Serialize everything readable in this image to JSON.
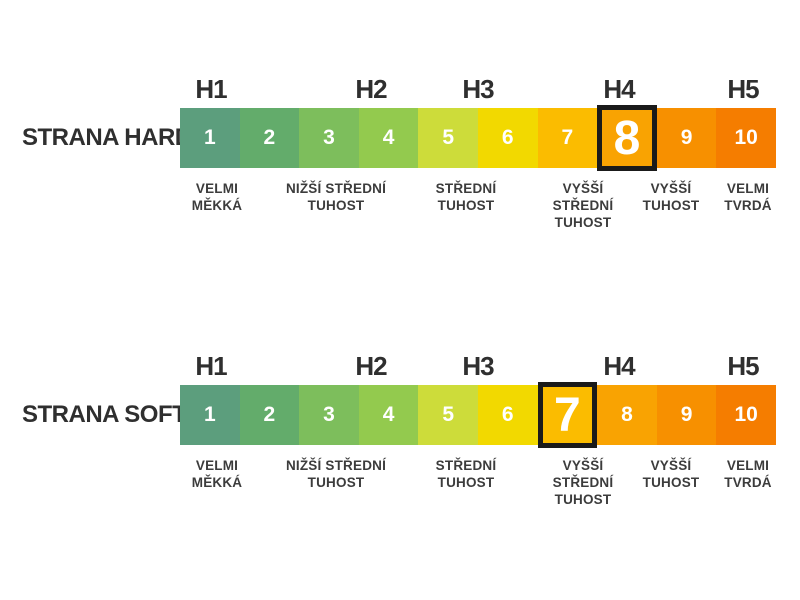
{
  "palette": {
    "cell_colors": [
      "#5C9E7D",
      "#63AC6B",
      "#7DBE5C",
      "#93CA4E",
      "#CDDC3A",
      "#F2D900",
      "#FBBC00",
      "#F9A302",
      "#F79000",
      "#F57D00"
    ],
    "highlight_border": "#1A1A1A",
    "heading_text": "#2F2F2F",
    "label_text": "#3C3C3C",
    "number_text": "#FFFFFF"
  },
  "hardness_classes": [
    "H1",
    "H2",
    "H3",
    "H4",
    "H5"
  ],
  "firmness_labels": [
    "VELMI\nMĚKKÁ",
    "NIŽŠÍ STŘEDNÍ\nTUHOST",
    "STŘEDNÍ\nTUHOST",
    "VYŠŠÍ\nSTŘEDNÍ\nTUHOST",
    "VYŠŠÍ\nTUHOST",
    "VELMI\nTVRDÁ"
  ],
  "scales": [
    {
      "title": "STRANA HARD",
      "numbers": [
        "1",
        "2",
        "3",
        "4",
        "5",
        "6",
        "7",
        "8",
        "9",
        "10"
      ],
      "highlighted_number": "8"
    },
    {
      "title": "STRANA SOFT",
      "numbers": [
        "1",
        "2",
        "3",
        "4",
        "5",
        "6",
        "7",
        "8",
        "9",
        "10"
      ],
      "highlighted_number": "7"
    }
  ]
}
